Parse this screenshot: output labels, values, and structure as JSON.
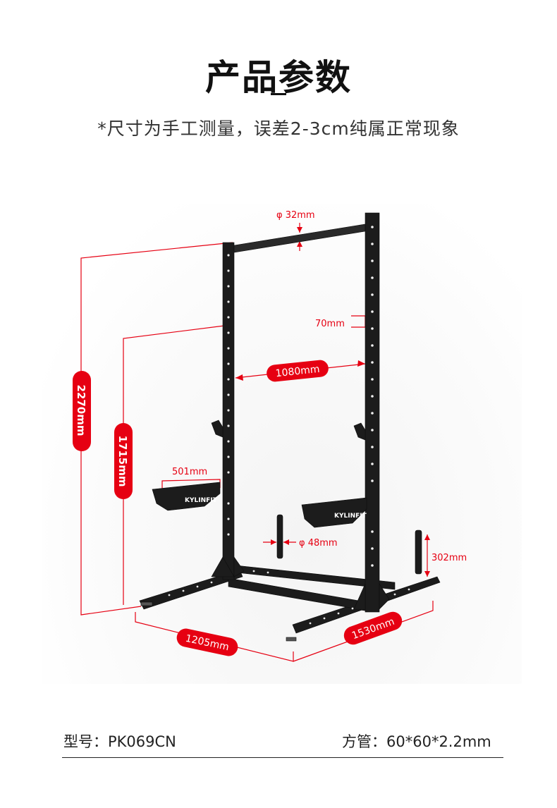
{
  "header": {
    "title": "产品参数",
    "subtitle": "*尺寸为手工测量，误差2-3cm纯属正常现象"
  },
  "figure": {
    "brand": "KYLINFIT",
    "accent_color": "#e60012",
    "frame_color": "#1c1c1c",
    "dimensions": {
      "bar_diameter": "φ 32mm",
      "hole_spacing": "70mm",
      "inner_width": "1080mm",
      "total_height": "2270mm",
      "hook_height": "1715mm",
      "arm_length": "501mm",
      "post_diameter": "φ 48mm",
      "post_height": "302mm",
      "depth": "1205mm",
      "width": "1530mm"
    }
  },
  "specs": {
    "model_label": "型号：",
    "model_value": "PK069CN",
    "tube_label": "方管：",
    "tube_value": "60*60*2.2mm"
  }
}
